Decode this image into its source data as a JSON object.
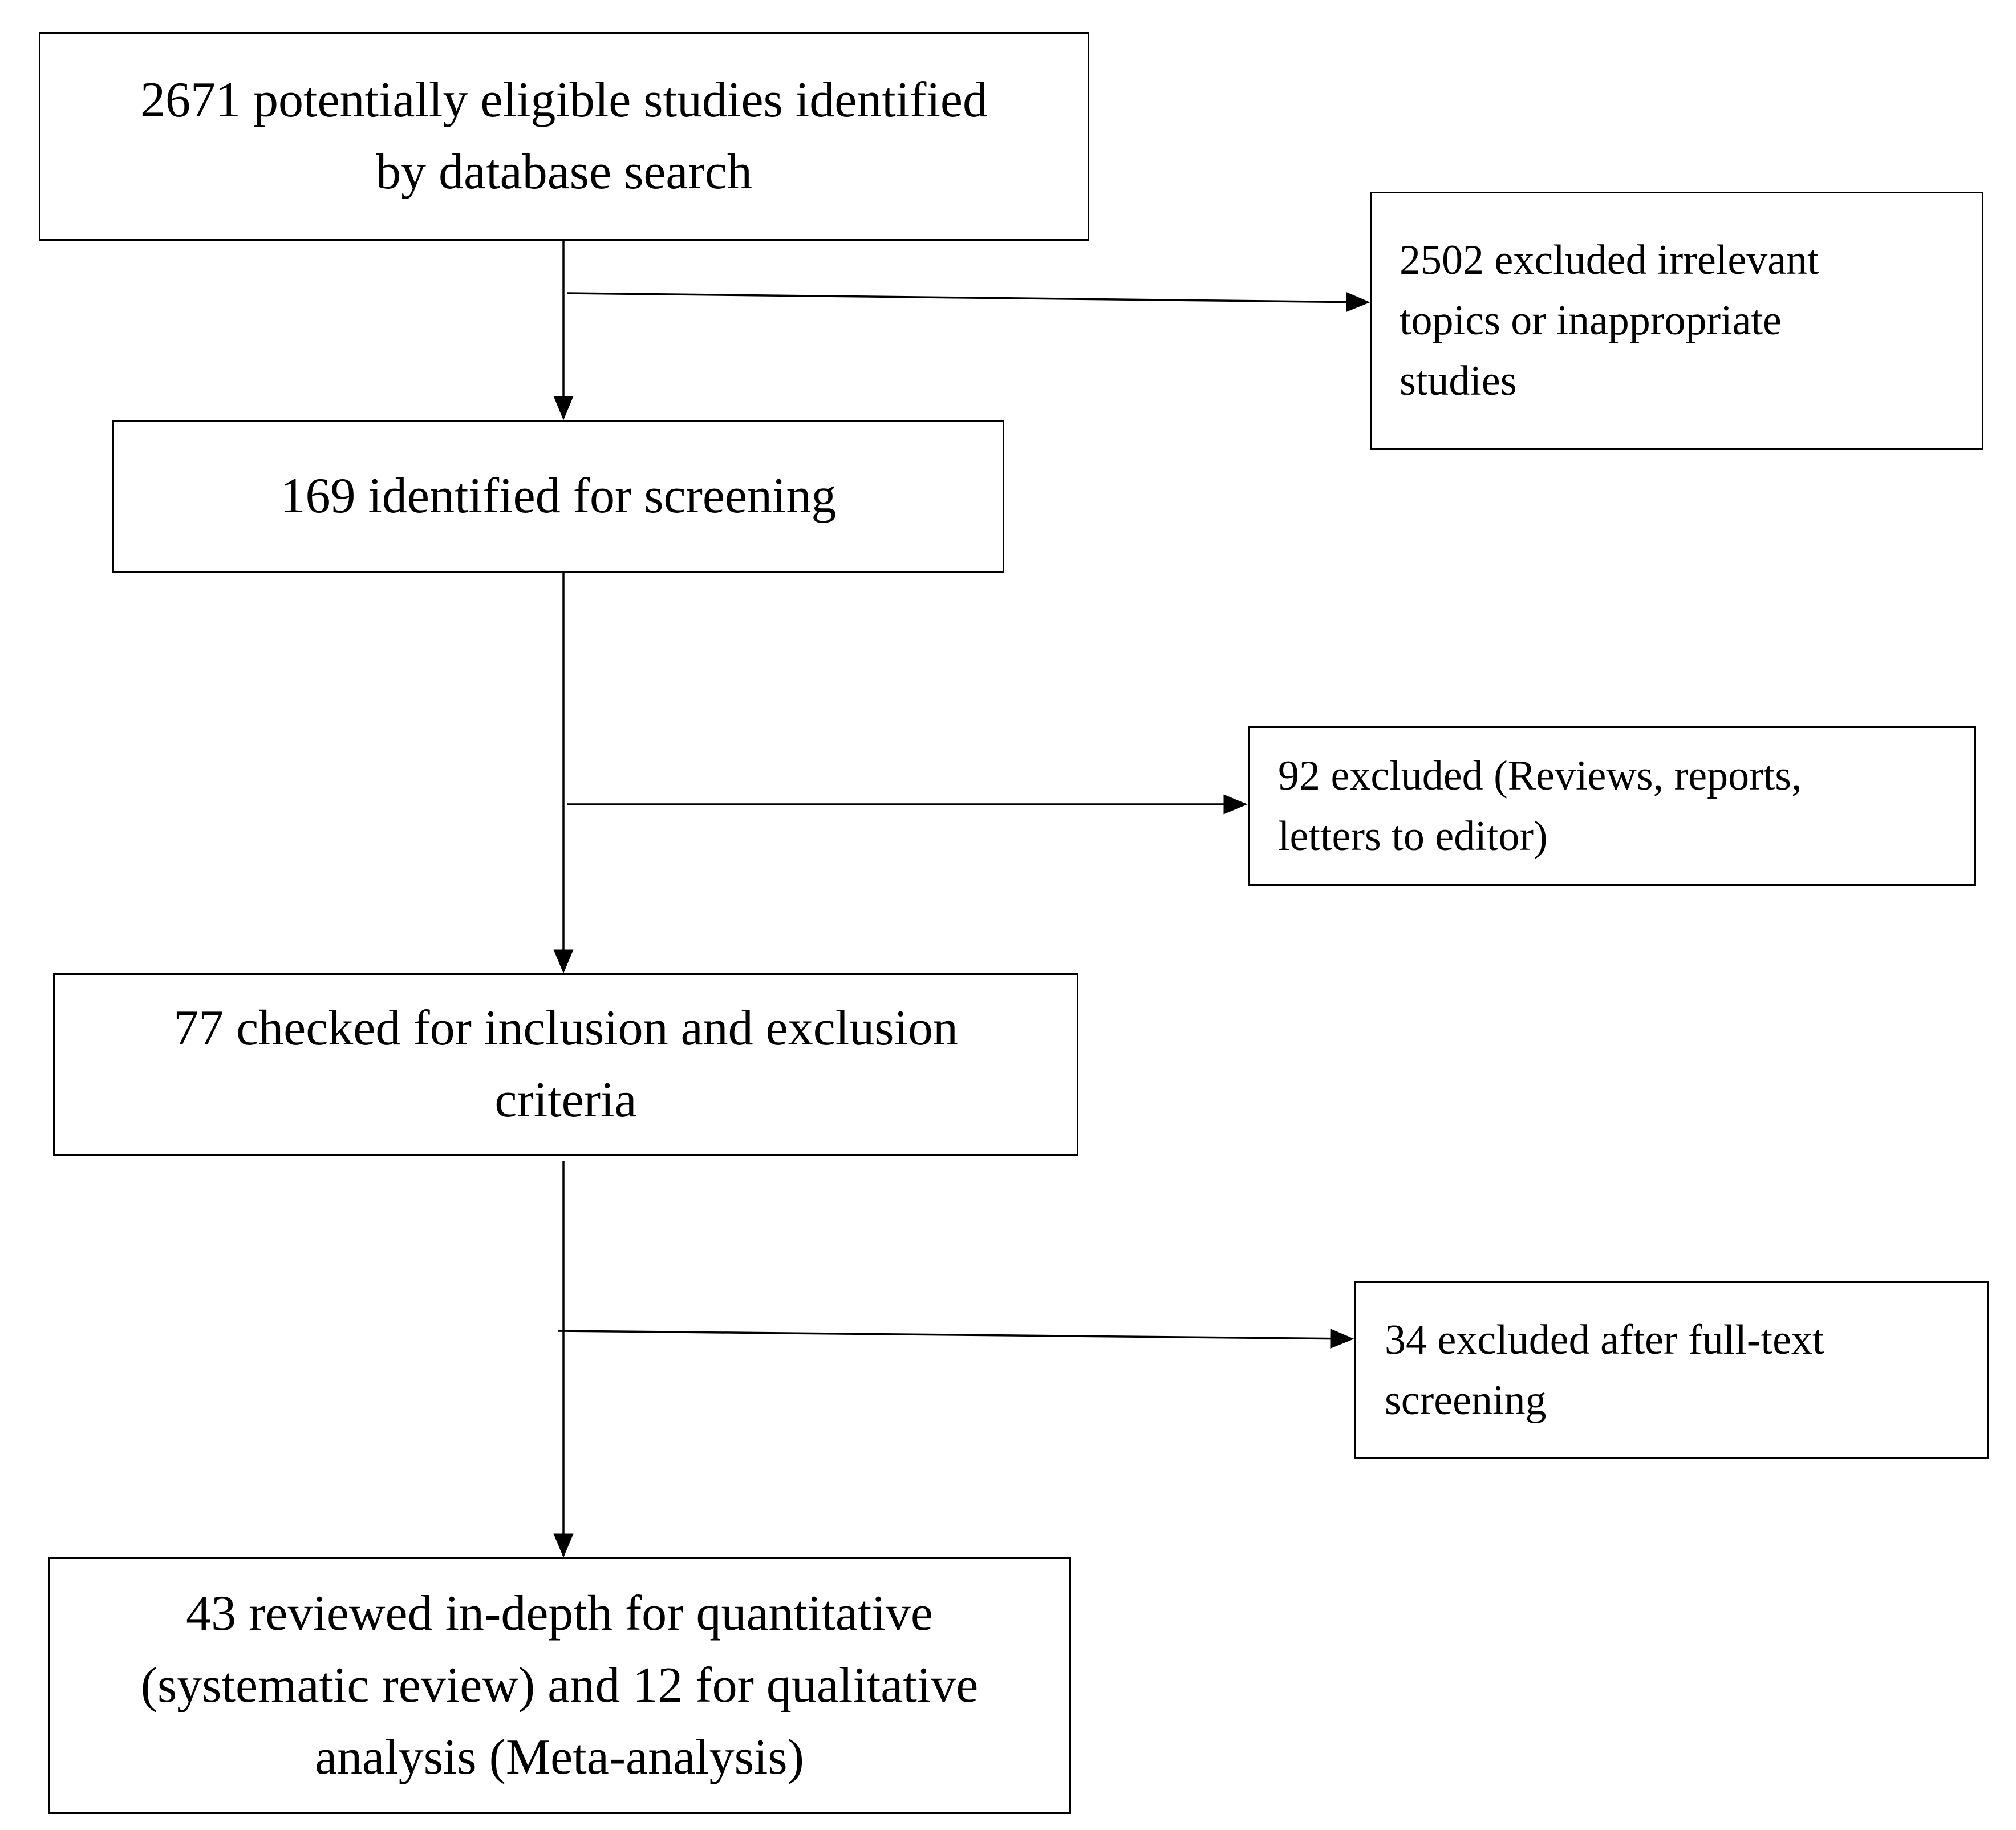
{
  "flowchart": {
    "main_steps": [
      {
        "id": "identified",
        "text": "2671 potentially eligible studies identified\nby database search"
      },
      {
        "id": "screening",
        "text": "169 identified for screening"
      },
      {
        "id": "checked",
        "text": "77 checked for inclusion and exclusion\ncriteria"
      },
      {
        "id": "reviewed",
        "text": "43 reviewed in-depth for quantitative\n(systematic review) and 12 for qualitative\nanalysis (Meta-analysis)"
      }
    ],
    "exclusions": [
      {
        "id": "excluded-1",
        "text": "2502 excluded irrelevant\ntopics or inappropriate\nstudies"
      },
      {
        "id": "excluded-2",
        "text": "92 excluded (Reviews, reports,\nletters to editor)"
      },
      {
        "id": "excluded-3",
        "text": "34 excluded after full-text\nscreening"
      }
    ]
  }
}
